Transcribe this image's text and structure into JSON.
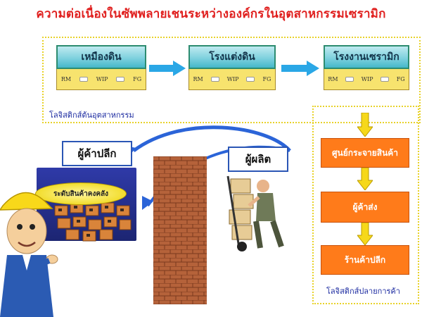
{
  "title": "ความต่อเนื่องในซัพพลายเชนระหว่างองค์กรในอุตสาหกรรมเซรามิก",
  "upstream_stages": [
    {
      "name": "เหมืองดิน",
      "cells": [
        "RM",
        "WIP",
        "FG"
      ]
    },
    {
      "name": "โรงแต่งดิน",
      "cells": [
        "RM",
        "WIP",
        "FG"
      ]
    },
    {
      "name": "โรงงานเซรามิก",
      "cells": [
        "RM",
        "WIP",
        "FG"
      ]
    }
  ],
  "upstream_logistics_label": "โลจิสติกส์ต้นอุตสาหกรรม",
  "downstream_steps": [
    "ศูนย์กระจายสินค้า",
    "ผู้ค้าส่ง",
    "ร้านค้าปลีก"
  ],
  "downstream_logistics_label": "โลจิสติกส์ปลายการค้า",
  "retailer_label": "ผู้ค้าปลีก",
  "producer_label": "ผู้ผลิต",
  "inventory_label": "ระดับสินค้าคงคลัง",
  "colors": {
    "title": "#e0201f",
    "stage_head": "#7fd1de",
    "stage_row": "#f7e36e",
    "orange": "#ff7b1a",
    "arrow": "#2aa7e6",
    "callout_border": "#2b56b5"
  }
}
